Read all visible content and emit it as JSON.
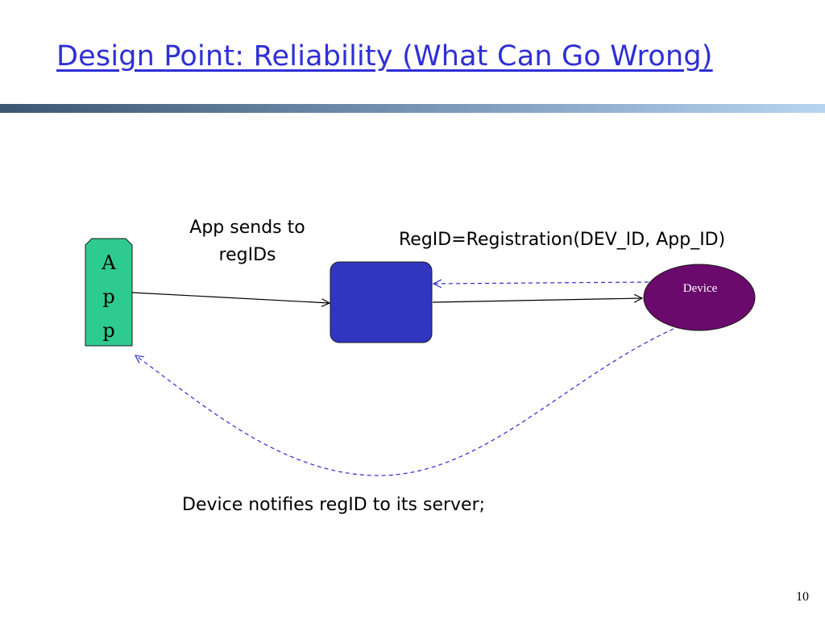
{
  "slide": {
    "title": "Design Point: Reliability (What Can Go Wrong)",
    "page_number": "10"
  },
  "diagram": {
    "app_letters": [
      "A",
      "p",
      "p"
    ],
    "app_color": "#2ecb8f",
    "server_color": "#3136c1",
    "device_color": "#6a0a6c",
    "device_label": "Device",
    "label_app_sends_line1": "App sends to",
    "label_app_sends_line2": "regIDs",
    "label_registration": "RegID=Registration(DEV_ID, App_ID)",
    "label_notify": "Device notifies regID to its server;",
    "dashed_color": "#2b2bd0"
  }
}
